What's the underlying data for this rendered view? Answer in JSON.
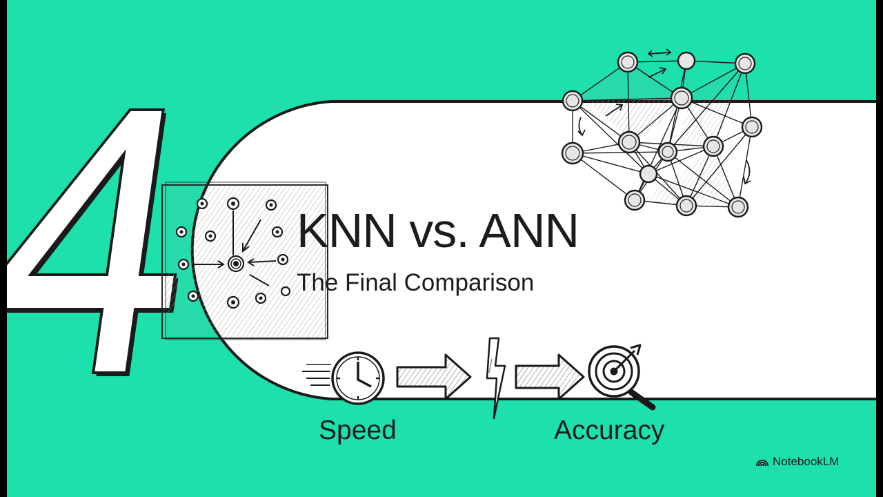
{
  "slide": {
    "section_number": "4",
    "title": "KNN vs. ANN",
    "subtitle": "The Final Comparison",
    "flow": {
      "left_label": "Speed",
      "right_label": "Accuracy",
      "icons": [
        "clock-icon",
        "arrow-right-icon",
        "lightning-icon",
        "arrow-right-icon",
        "target-magnifier-icon"
      ]
    },
    "illustrations": [
      "knn-dot-grid",
      "ann-node-graph"
    ]
  },
  "branding": {
    "label": "NotebookLM"
  },
  "colors": {
    "background": "#1ee0ad",
    "panel": "#ffffff",
    "ink": "#1c1c1c"
  }
}
